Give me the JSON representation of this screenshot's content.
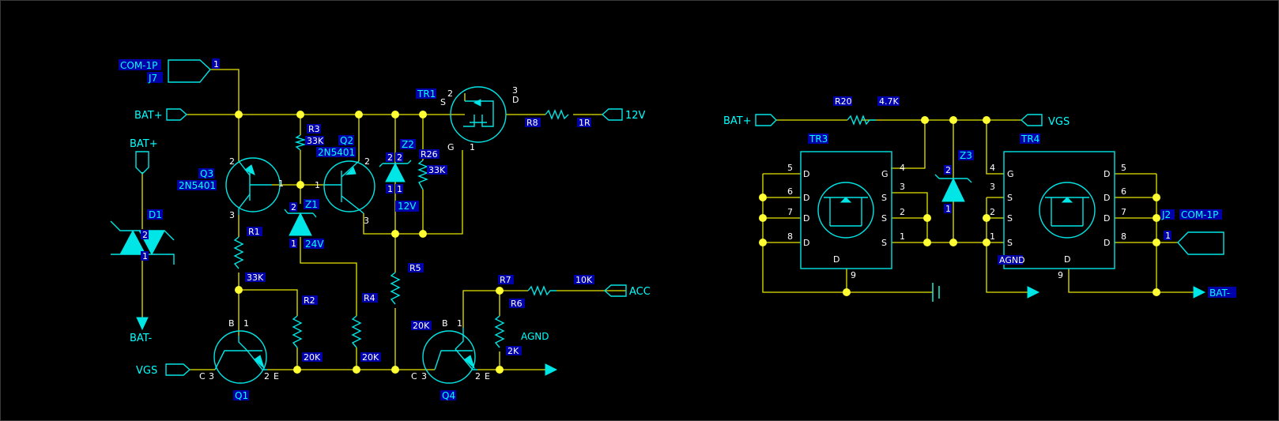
{
  "colors": {
    "background": "#000000",
    "wire": "#e6e600",
    "junction": "#ffff33",
    "symbol": "#00e5e5",
    "text": "#00ffff",
    "label_bg": "#0000aa",
    "pin_text": "#ffffff"
  },
  "left": {
    "nets": {
      "com1p": "COM-1P",
      "j7": "J7",
      "j7_pin": "1",
      "bat_plus_1": "BAT+",
      "bat_plus_2": "BAT+",
      "bat_minus": "BAT-",
      "vgs": "VGS",
      "v12": "12V",
      "acc": "ACC",
      "agnd": "AGND"
    },
    "components": {
      "d1": {
        "ref": "D1",
        "p1": "1",
        "p2": "2"
      },
      "q3": {
        "ref": "Q3",
        "part": "2N5401",
        "p1": "1",
        "p2": "2",
        "p3": "3"
      },
      "q2": {
        "ref": "Q2",
        "part": "2N5401",
        "p1": "1",
        "p2": "2",
        "p3": "3"
      },
      "r3": {
        "ref": "R3",
        "value": "33K"
      },
      "z1": {
        "ref": "Z1",
        "value": "24V",
        "p1": "1",
        "p2": "2"
      },
      "z2": {
        "ref": "Z2",
        "value": "12V",
        "p1a": "1",
        "p1b": "1",
        "p2a": "2",
        "p2b": "2"
      },
      "r26": {
        "ref": "R26",
        "value": "33K"
      },
      "tr1": {
        "ref": "TR1",
        "s": "S",
        "s_num": "2",
        "d": "D",
        "d_num": "3",
        "g": "G",
        "g_num": "1"
      },
      "r8": {
        "ref": "R8",
        "value": "1R"
      },
      "r1": {
        "ref": "R1",
        "value": "33K"
      },
      "r2": {
        "ref": "R2",
        "value": "20K"
      },
      "r4": {
        "ref": "R4",
        "value": "20K"
      },
      "r5": {
        "ref": "R5"
      },
      "q1": {
        "ref": "Q1",
        "b": "B",
        "b_num": "1",
        "c": "C",
        "c_num": "3",
        "e": "E",
        "e_num": "2"
      },
      "q4": {
        "ref": "Q4",
        "b": "B",
        "b_num": "1",
        "c": "C",
        "c_num": "3",
        "e": "E",
        "e_num": "2"
      },
      "r7": {
        "ref": "R7",
        "value": "10K"
      },
      "r6": {
        "ref": "R6",
        "value": "2K"
      },
      "q4_base_label": "20K"
    }
  },
  "right": {
    "nets": {
      "bat_plus": "BAT+",
      "vgs": "VGS",
      "com1p": "COM-1P",
      "j2": "J2",
      "j2_pin": "1",
      "agnd": "AGND",
      "bat_minus": "BAT-"
    },
    "r20": {
      "ref": "R20",
      "value": "4.7K"
    },
    "z3": {
      "ref": "Z3",
      "p1": "1",
      "p2": "2"
    },
    "tr3": {
      "ref": "TR3",
      "left_pins": [
        "5",
        "6",
        "7",
        "8"
      ],
      "left_names": [
        "D",
        "D",
        "D",
        "D"
      ],
      "right_pins": [
        "4",
        "3",
        "2",
        "1"
      ],
      "right_names": [
        "G",
        "S",
        "S",
        "S"
      ],
      "bottom_name": "D",
      "bottom_pin": "9"
    },
    "tr4": {
      "ref": "TR4",
      "left_pins": [
        "4",
        "3",
        "2",
        "1"
      ],
      "left_names": [
        "G",
        "S",
        "S",
        "S"
      ],
      "right_pins": [
        "5",
        "6",
        "7",
        "8"
      ],
      "right_names": [
        "D",
        "D",
        "D",
        "D"
      ],
      "bottom_name": "D",
      "bottom_pin": "9"
    }
  }
}
